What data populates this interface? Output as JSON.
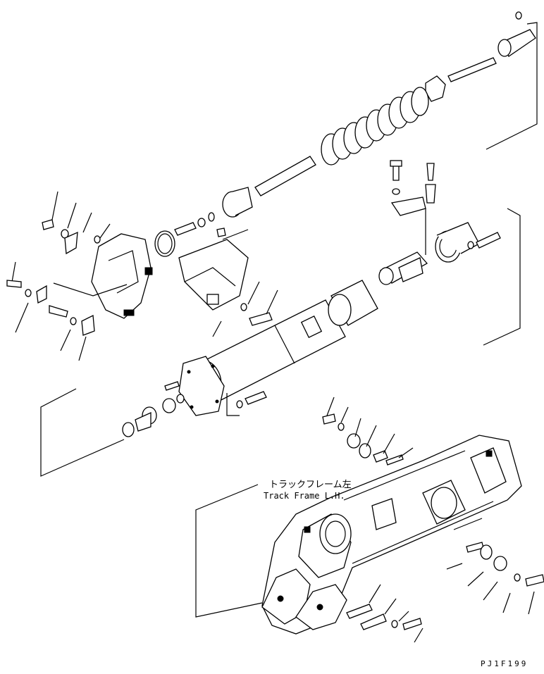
{
  "diagram": {
    "label_jp": "トラックフレーム左",
    "label_en": "Track Frame L.H.",
    "code": "PJ1F199"
  }
}
